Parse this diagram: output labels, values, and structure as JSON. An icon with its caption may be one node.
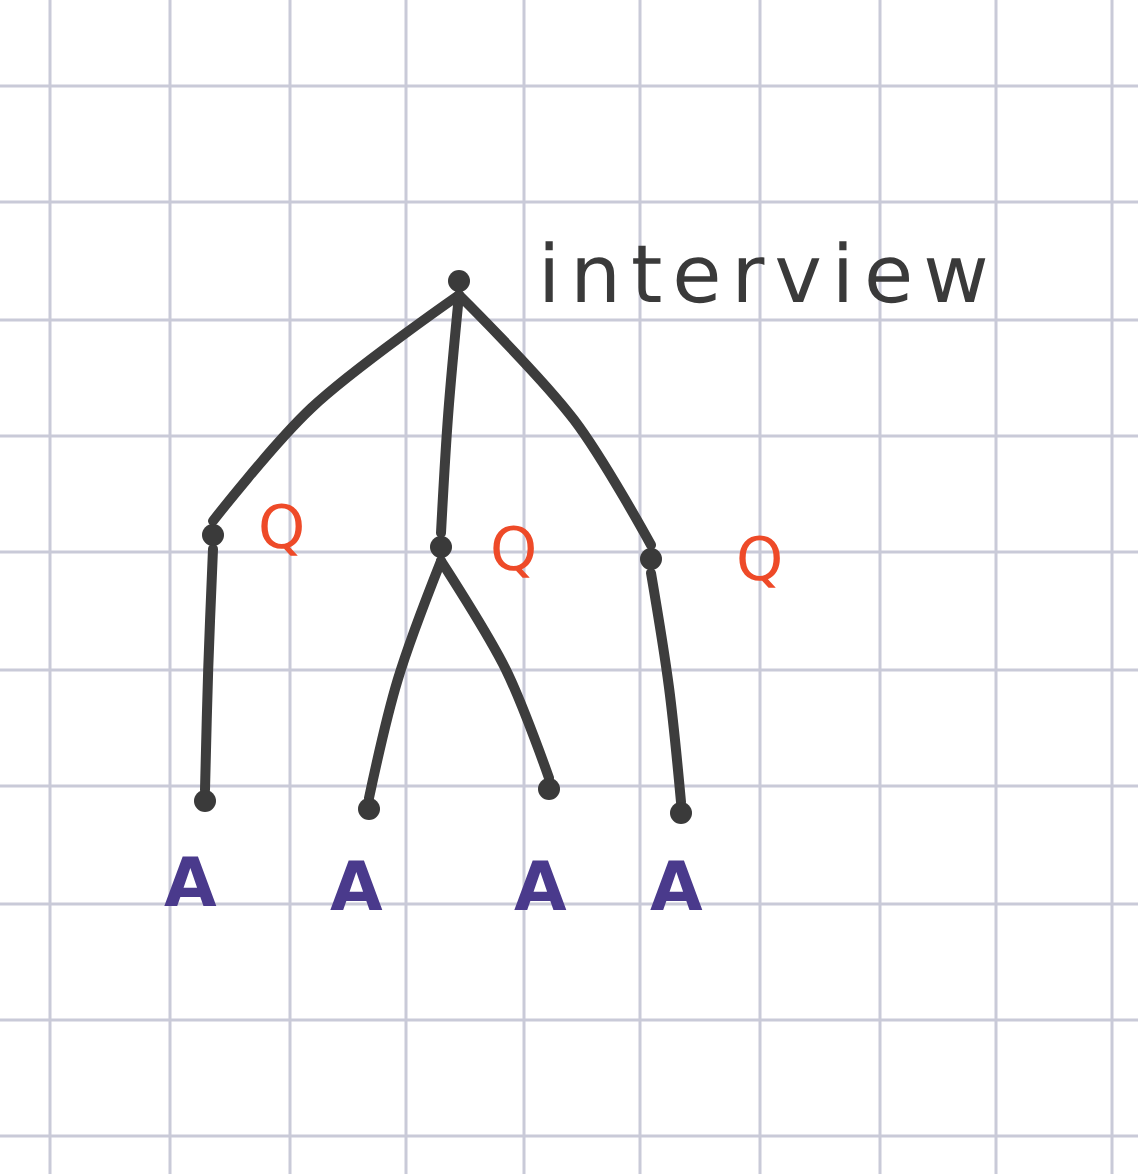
{
  "diagram": {
    "nodes": [
      {
        "text": [
          "interview"
        ]
      },
      {
        "text": [
          "Q"
        ]
      },
      {
        "text": [
          "Q"
        ]
      },
      {
        "text": [
          "Q"
        ]
      },
      {
        "text": [
          "A"
        ]
      },
      {
        "text": [
          "A"
        ]
      },
      {
        "text": [
          "A"
        ]
      },
      {
        "text": [
          "A"
        ]
      }
    ],
    "edges": [
      {
        "from": 0,
        "to": 1,
        "arrow": "none"
      },
      {
        "from": 0,
        "to": 2,
        "arrow": "none"
      },
      {
        "from": 0,
        "to": 3,
        "arrow": "none"
      },
      {
        "from": 1,
        "to": 4,
        "arrow": "none"
      },
      {
        "from": 2,
        "to": 5,
        "arrow": "none"
      },
      {
        "from": 2,
        "to": 6,
        "arrow": "none"
      },
      {
        "from": 3,
        "to": 7,
        "arrow": "none"
      }
    ]
  }
}
